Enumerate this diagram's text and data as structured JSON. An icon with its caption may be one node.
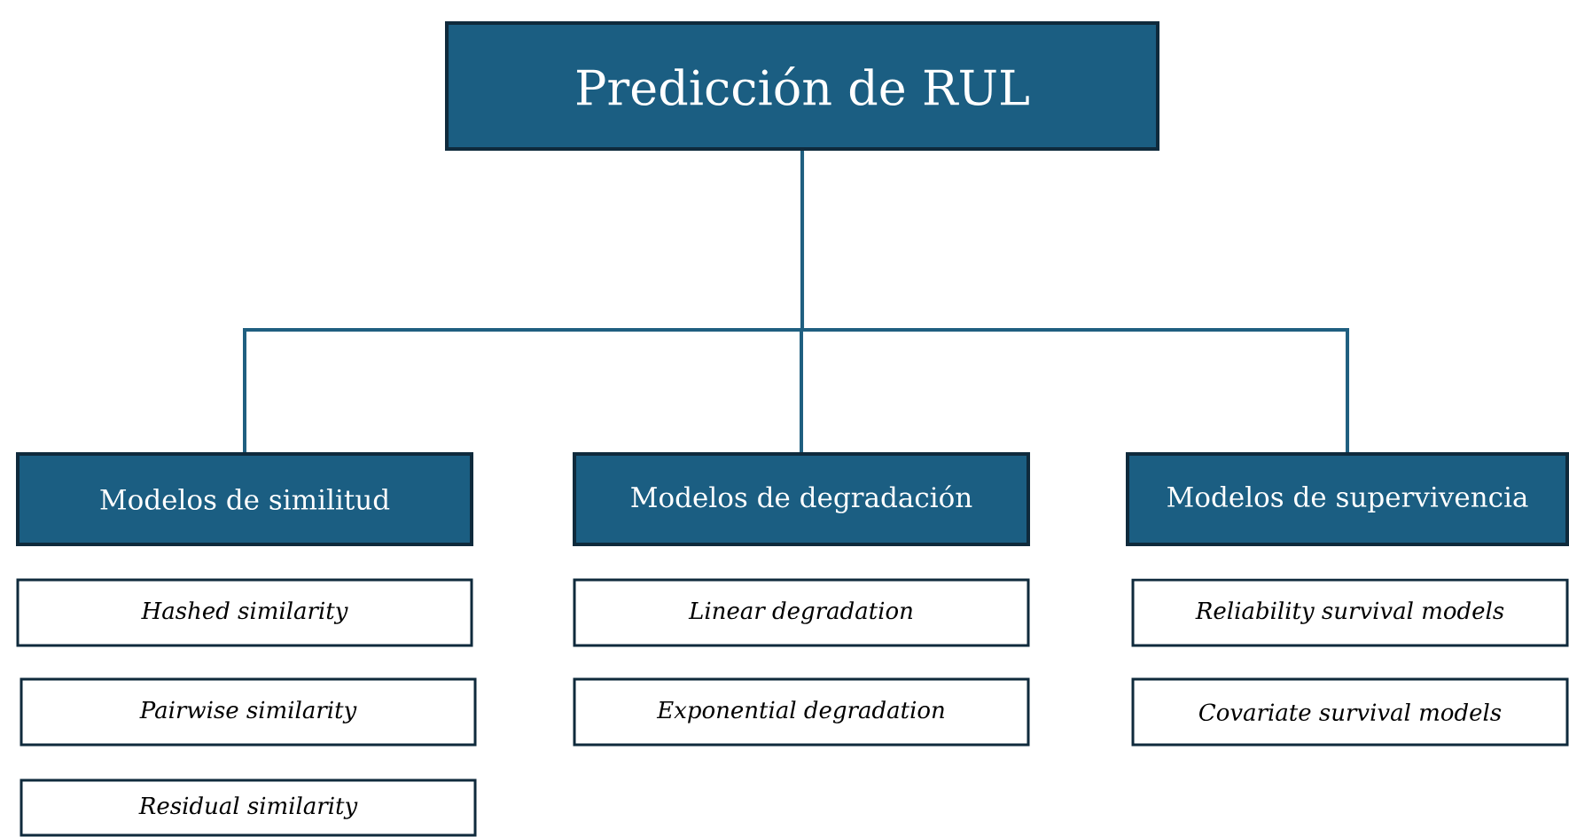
{
  "diagram": {
    "nodes": [
      {
        "text": [
          "Predicción de RUL"
        ]
      },
      {
        "text": [
          "Modelos de similitud"
        ]
      },
      {
        "text": [
          "Modelos de degradación"
        ]
      },
      {
        "text": [
          "Modelos de supervivencia"
        ]
      },
      {
        "text": [
          "Hashed similarity"
        ]
      },
      {
        "text": [
          "Pairwise similarity"
        ]
      },
      {
        "text": [
          "Residual similarity"
        ]
      },
      {
        "text": [
          "Linear degradation"
        ]
      },
      {
        "text": [
          "Exponential degradation"
        ]
      },
      {
        "text": [
          "Reliability survival models"
        ]
      },
      {
        "text": [
          "Covariate survival models"
        ]
      }
    ],
    "edges": [
      {
        "from": 0,
        "to": 1,
        "arrow": "none"
      },
      {
        "from": 0,
        "to": 2,
        "arrow": "none"
      },
      {
        "from": 0,
        "to": 3,
        "arrow": "none"
      }
    ]
  }
}
